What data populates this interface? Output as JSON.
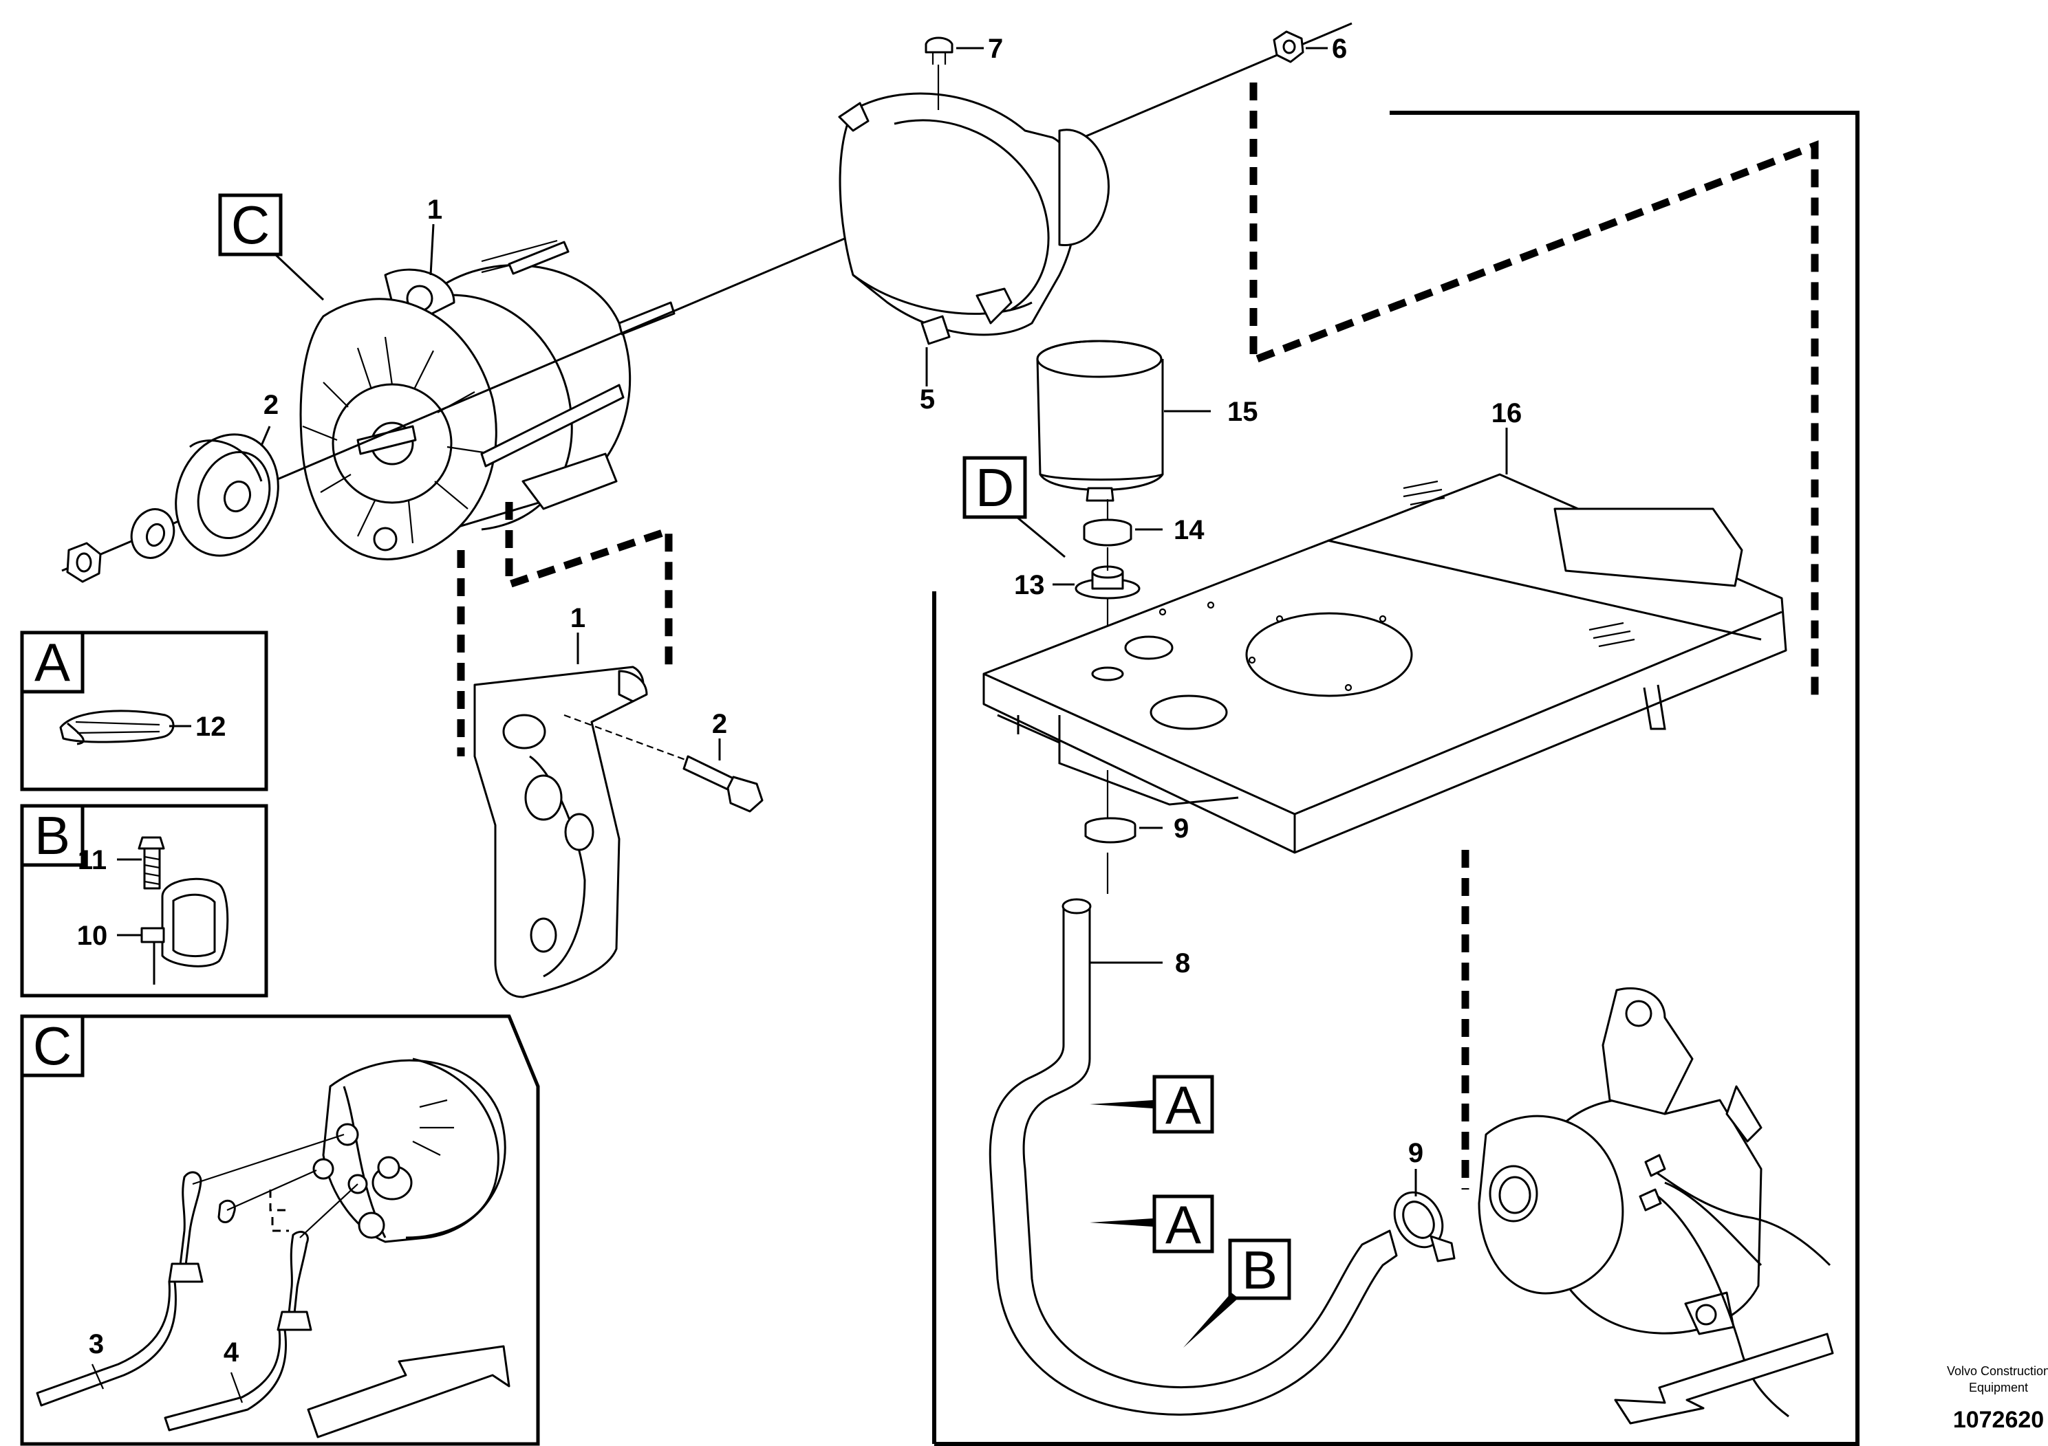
{
  "diagram": {
    "callouts": {
      "c1a": "1",
      "c1b": "1",
      "c2a": "2",
      "c2b": "2",
      "c3": "3",
      "c4": "4",
      "c5": "5",
      "c6": "6",
      "c7": "7",
      "c8": "8",
      "c9a": "9",
      "c9b": "9",
      "c10": "10",
      "c11": "11",
      "c12": "12",
      "c13": "13",
      "c14": "14",
      "c15": "15",
      "c16": "16"
    },
    "view_letters": {
      "c_main": "C",
      "d_main": "D",
      "a_inset": "A",
      "b_inset": "B",
      "c_inset": "C",
      "a_hose1": "A",
      "a_hose2": "A",
      "b_hose": "B"
    },
    "footer": {
      "brand_line1": "Volvo Construction",
      "brand_line2": "Equipment",
      "doc_number": "1072620"
    }
  }
}
